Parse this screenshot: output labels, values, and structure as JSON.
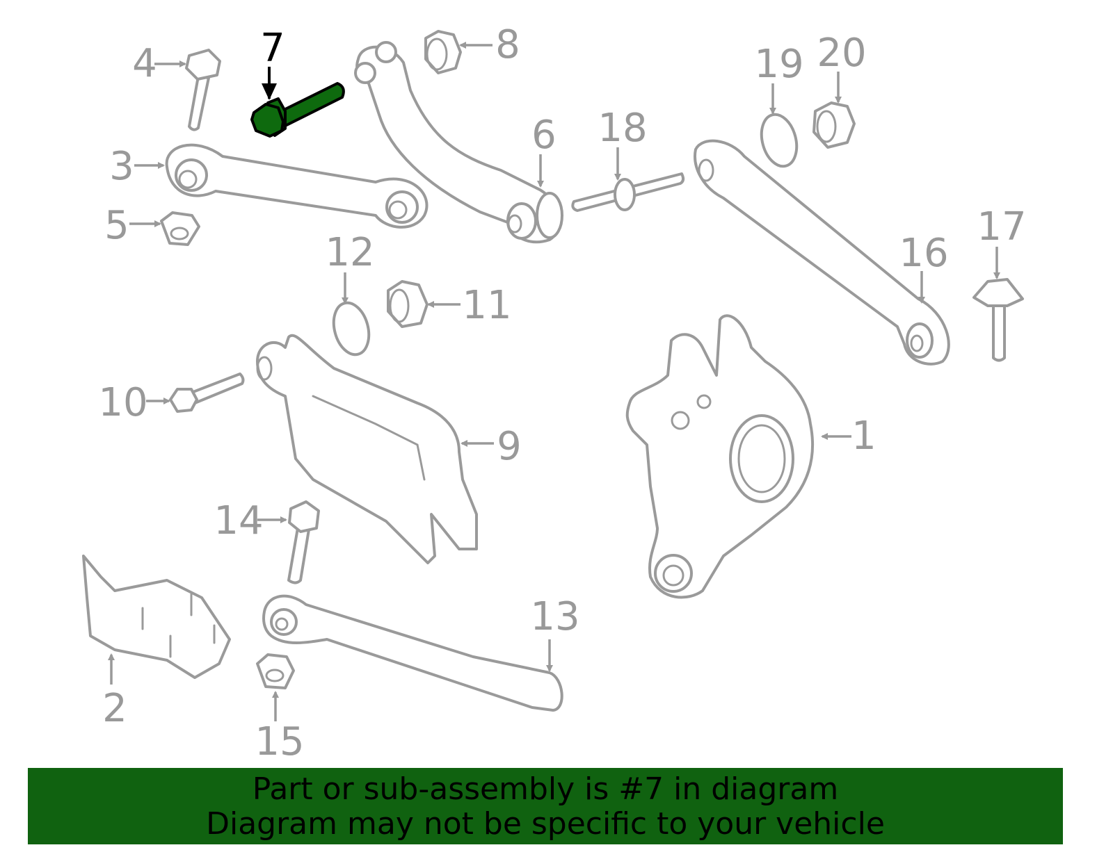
{
  "diagram": {
    "highlighted_part": "7",
    "highlight_color": "#0e6a0e",
    "callouts": [
      "1",
      "2",
      "3",
      "4",
      "5",
      "6",
      "7",
      "8",
      "9",
      "10",
      "11",
      "12",
      "13",
      "14",
      "15",
      "16",
      "17",
      "18",
      "19",
      "20"
    ]
  },
  "banner": {
    "line1": "Part or sub-assembly is #7 in diagram",
    "line2": "Diagram may not be specific to your vehicle",
    "color": "#106210"
  }
}
